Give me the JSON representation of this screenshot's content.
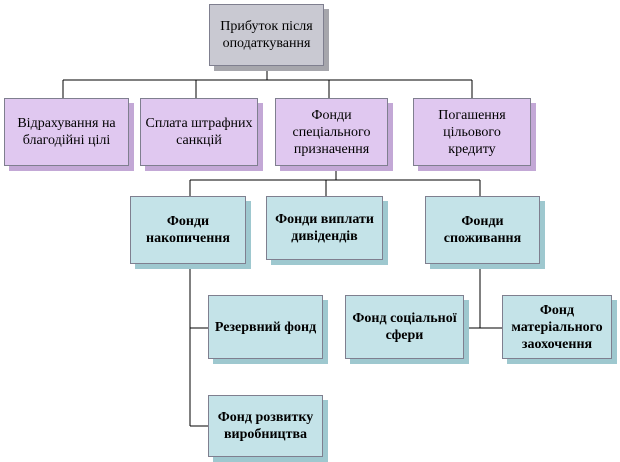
{
  "diagram": {
    "root": "Прибуток після оподаткування",
    "level1": [
      "Відрахування на благодійні цілі",
      "Сплата штрафних санкцій",
      "Фонди спеціального призначення",
      "Погашення цільового кредиту"
    ],
    "level2": [
      "Фонди накопичення",
      "Фонди виплати дивідендів",
      "Фонди споживання"
    ],
    "accumulation_children": [
      "Резервний фонд",
      "Фонд розвитку виробництва"
    ],
    "consumption_children": [
      "Фонд соціальної сфери",
      "Фонд матеріального заохочення"
    ],
    "colors": {
      "root": "#c9c9d2",
      "level1": "#e0c8f0",
      "level2": "#c4e3e8",
      "connector": "#000000"
    }
  }
}
